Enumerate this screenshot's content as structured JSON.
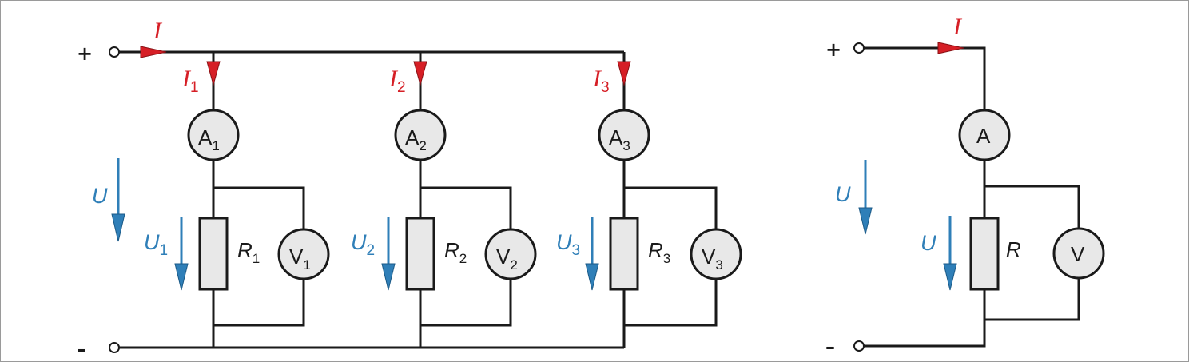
{
  "terminals": {
    "plus": "+",
    "minus": "–"
  },
  "current_symbol": "I",
  "voltage_symbol": "U",
  "branches": [
    {
      "current": "I",
      "current_sub": "1",
      "ammeter": "A",
      "ammeter_sub": "1",
      "voltage": "U",
      "voltage_sub": "1",
      "resistor": "R",
      "resistor_sub": "1",
      "voltmeter": "V",
      "voltmeter_sub": "1"
    },
    {
      "current": "I",
      "current_sub": "2",
      "ammeter": "A",
      "ammeter_sub": "2",
      "voltage": "U",
      "voltage_sub": "2",
      "resistor": "R",
      "resistor_sub": "2",
      "voltmeter": "V",
      "voltmeter_sub": "2"
    },
    {
      "current": "I",
      "current_sub": "3",
      "ammeter": "A",
      "ammeter_sub": "3",
      "voltage": "U",
      "voltage_sub": "3",
      "resistor": "R",
      "resistor_sub": "3",
      "voltmeter": "V",
      "voltmeter_sub": "3"
    }
  ],
  "equivalent": {
    "current": "I",
    "ammeter": "A",
    "voltage_total": "U",
    "voltage": "U",
    "resistor": "R",
    "voltmeter": "V"
  },
  "colors": {
    "current": "#d61f26",
    "voltage": "#2f7fb8",
    "wire": "#1a1a1a",
    "component_fill": "#e8e8e8"
  }
}
